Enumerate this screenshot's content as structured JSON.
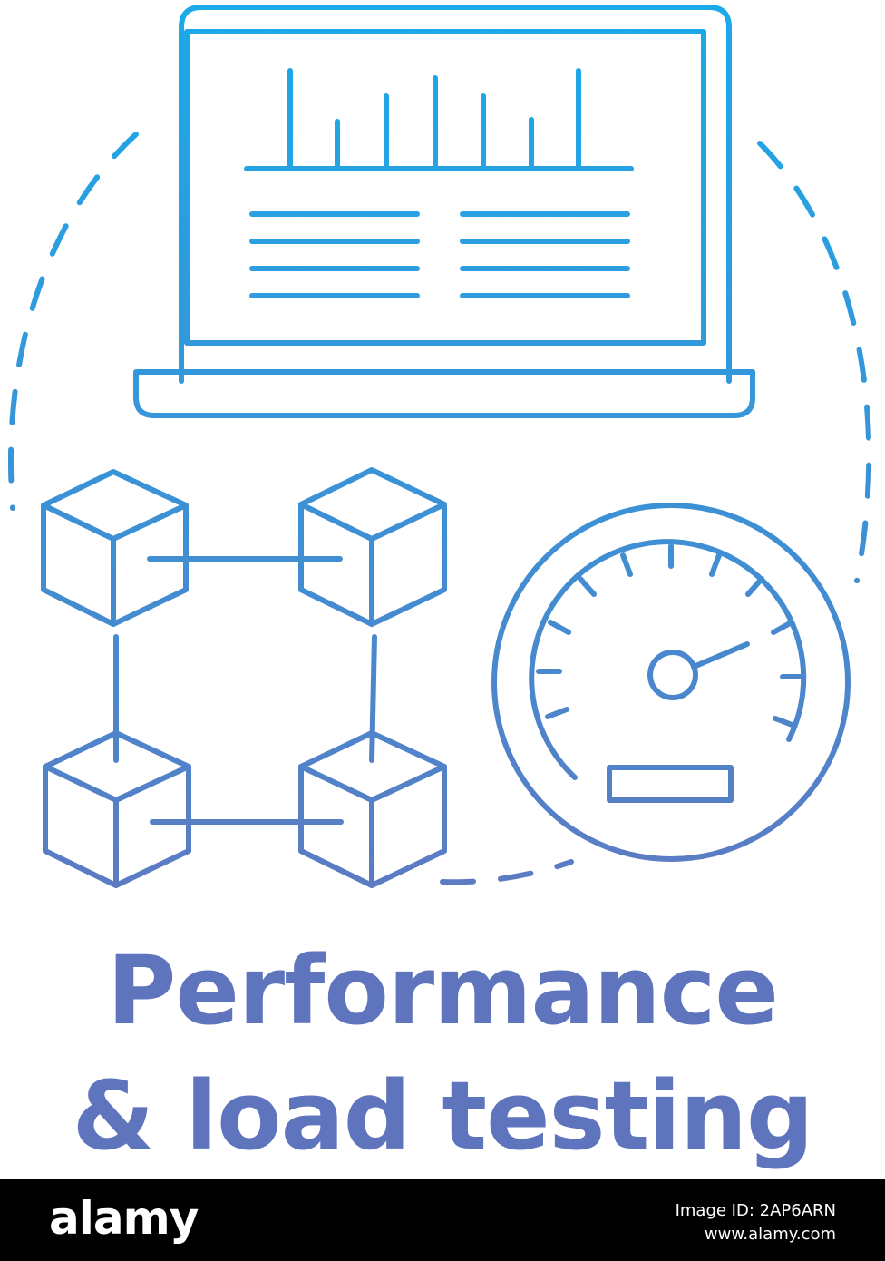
{
  "illustration": {
    "icons": [
      "laptop-icon",
      "bar-chart-icon",
      "text-lines-icon",
      "blockchain-cubes-icon",
      "speedometer-icon",
      "dashed-circle-decoration"
    ],
    "colors": {
      "gradient_start": "#1da9e8",
      "gradient_end": "#6a6fba",
      "text": "#5e74bd"
    }
  },
  "caption": {
    "line1": "Performance",
    "line2": "& load testing"
  },
  "watermark_bar": {
    "logo": "alamy",
    "image_id": "Image ID: 2AP6ARN",
    "site": "www.alamy.com"
  }
}
